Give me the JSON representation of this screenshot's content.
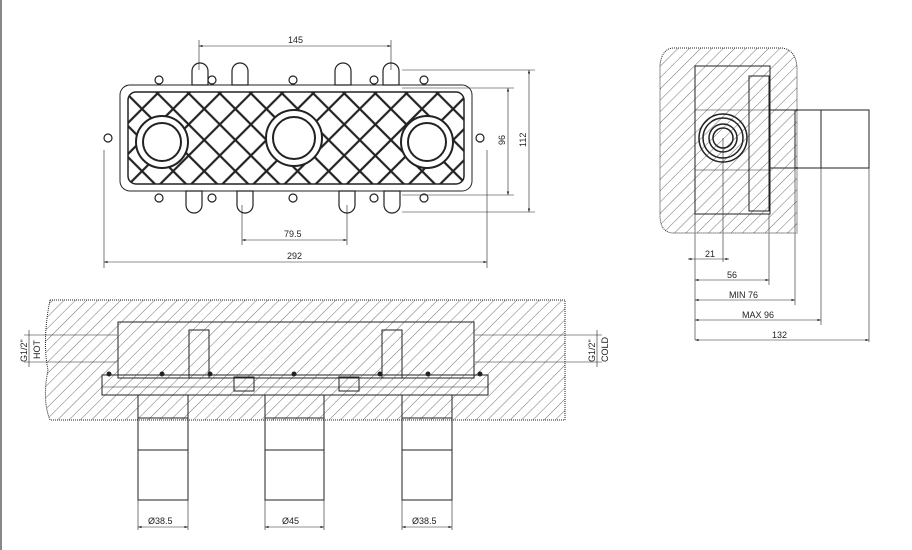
{
  "front_view": {
    "dim_top": "145",
    "dim_bottom_inner": "79.5",
    "dim_overall_width": "292",
    "dim_inner_height": "96",
    "dim_overall_height": "112"
  },
  "section_view": {
    "label_left_thread": "G1/2\"",
    "label_left": "HOT",
    "label_right_thread": "G1/2\"",
    "label_right": "COLD",
    "dia_left": "Ø38.5",
    "dia_center": "Ø45",
    "dia_right": "Ø38.5"
  },
  "side_view": {
    "dim_21": "21",
    "dim_56": "56",
    "dim_min": "MIN 76",
    "dim_max": "MAX 96",
    "dim_total": "132"
  }
}
